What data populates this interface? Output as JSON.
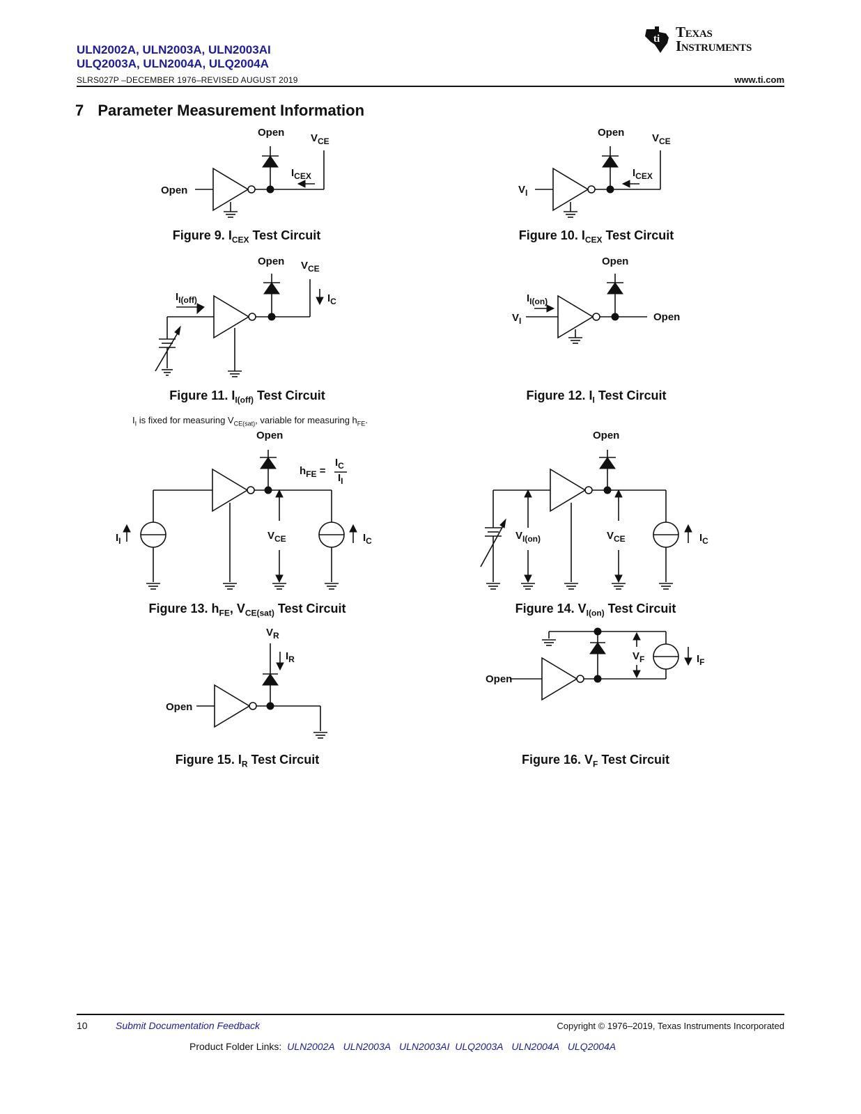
{
  "header": {
    "part_line_1": "ULN2002A, ULN2003A, ULN2003AI",
    "part_line_2": "ULQ2003A, ULN2004A, ULQ2004A",
    "doc_line": "SLRS027P –DECEMBER 1976–REVISED AUGUST 2019",
    "website": "www.ti.com",
    "logo_line_1": "Texas",
    "logo_line_2": "Instruments"
  },
  "section": {
    "number": "7",
    "title": "Parameter Measurement Information"
  },
  "figures": {
    "fig9": {
      "caption_pre": "Figure 9. I",
      "caption_sub": "CEX",
      "caption_post": " Test Circuit"
    },
    "fig10": {
      "caption_pre": "Figure 10. I",
      "caption_sub": "CEX",
      "caption_post": " Test Circuit"
    },
    "fig11": {
      "caption_pre": "Figure 11. I",
      "caption_sub": "I(off)",
      "caption_post": " Test Circuit"
    },
    "fig12": {
      "caption_pre": "Figure 12. I",
      "caption_sub": "I",
      "caption_post": " Test Circuit"
    },
    "fig13": {
      "caption_pre": "Figure 13. h",
      "caption_sub": "FE",
      "caption_mid": ", V",
      "caption_sub2": "CE(sat)",
      "caption_post": " Test Circuit"
    },
    "fig14": {
      "caption_pre": "Figure 14. V",
      "caption_sub": "I(on)",
      "caption_post": " Test Circuit"
    },
    "fig15": {
      "caption_pre": "Figure 15. I",
      "caption_sub": "R",
      "caption_post": " Test Circuit"
    },
    "fig16": {
      "caption_pre": "Figure 16. V",
      "caption_sub": "F",
      "caption_post": " Test Circuit"
    }
  },
  "note_fig13": {
    "p1": "I",
    "s1": "I",
    "p2": " is fixed for measuring V",
    "s2": "CE(sat)",
    "p3": ", variable for measuring h",
    "s3": "FE",
    "p4": "."
  },
  "labels": {
    "open": "Open",
    "v": "V",
    "i": "I",
    "ce": "CE",
    "cex": "CEX",
    "c": "C",
    "i_sub": "I",
    "i_off": "I(off)",
    "i_on": "I(on)",
    "r": "R",
    "f": "F",
    "h": "h",
    "fe": "FE",
    "eq": "="
  },
  "footer": {
    "page_number": "10",
    "feedback_link": "Submit Documentation Feedback",
    "copyright": "Copyright © 1976–2019, Texas Instruments Incorporated",
    "product_links_label": "Product Folder Links:",
    "product_links": [
      "ULN2002A",
      "ULN2003A",
      "ULN2003AI",
      "ULQ2003A",
      "ULN2004A",
      "ULQ2004A"
    ]
  }
}
